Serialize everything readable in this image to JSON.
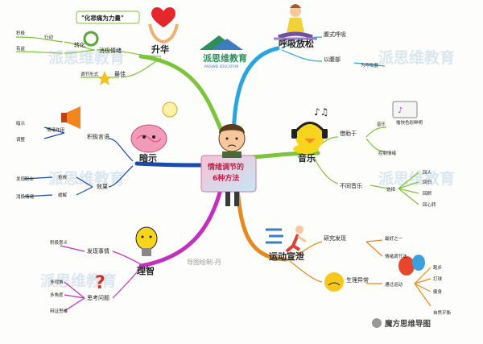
{
  "center": {
    "line1": "情绪调节的",
    "line2": "6种方法"
  },
  "watermarks": {
    "brand_cn": "派思维教育",
    "brand_en": "PAISIWEI EDUCATION"
  },
  "footer": {
    "left_caption": "导图绘制-丹",
    "brand": "魔方思维导图"
  },
  "branches": {
    "shenghua": {
      "label": "升华",
      "quote": "\"化悲痛为力量\"",
      "n1": "消极情绪",
      "n2": "转化",
      "n3": "行动",
      "n4": "积极",
      "n5": "有益",
      "n6": "调节形式",
      "n7": "最佳"
    },
    "huxi": {
      "label": "呼吸放松",
      "n1": "腹式呼吸",
      "n2": "以腹部",
      "n3": "为呼吸器"
    },
    "yinyue": {
      "label": "音乐",
      "n1": "借助于",
      "n2": "音乐",
      "n3": "愉快色彩鲜明",
      "n4": "控制情绪",
      "n5": "不同音乐",
      "n6": "选择",
      "n7": "回人",
      "n8": "回归",
      "n9": "回顾",
      "n10": "回心转"
    },
    "yundong": {
      "label": "运动宣泄",
      "n1": "研究发现",
      "n2": "最好之一",
      "n3": "情绪调节法",
      "n4": "生理异常",
      "n5": "通过运动",
      "n6": "跑步",
      "n7": "打球",
      "n8": "健身",
      "n9": "自然平衡"
    },
    "lizhi": {
      "label": "理智",
      "n1": "发现事情",
      "n2": "积极意义",
      "n3": "思考问题",
      "n4": "多视角",
      "n5": "多角度",
      "n6": "辩证思维"
    },
    "anshi": {
      "label": "暗示",
      "n1": "积极言语",
      "n2": "情绪作用",
      "n3": "暗示",
      "n4": "调整",
      "n5": "效果",
      "n6": "抢救",
      "n7": "缓解",
      "n8": "发现职业",
      "n9": "消极情绪"
    }
  }
}
